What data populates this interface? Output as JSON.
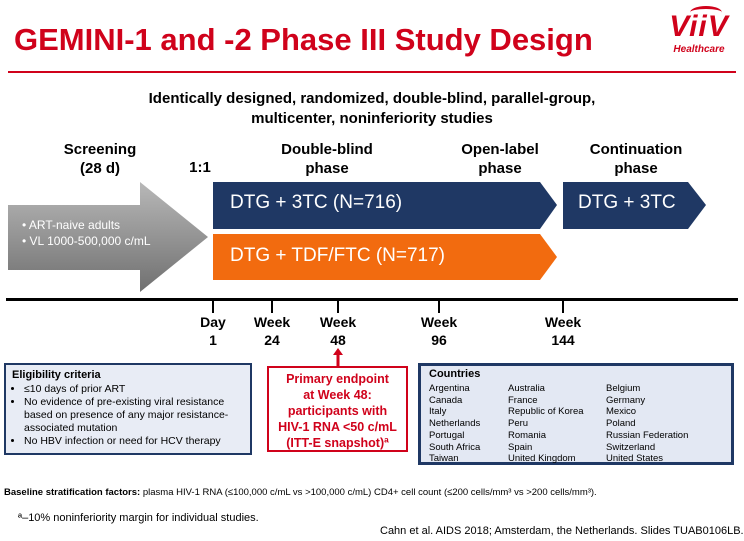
{
  "title": "GEMINI-1 and -2 Phase III Study Design",
  "logo": {
    "name": "ViiV",
    "sub": "Healthcare"
  },
  "subtitle": [
    "Identically designed, randomized, double-blind, parallel-group,",
    "multicenter, noninferiority studies"
  ],
  "phases": {
    "screening": [
      "Screening",
      "(28 d)"
    ],
    "ratio": "1:1",
    "double_blind": [
      "Double-blind",
      "phase"
    ],
    "open_label": [
      "Open-label",
      "phase"
    ],
    "continuation": [
      "Continuation",
      "phase"
    ]
  },
  "screening_arrow": {
    "items": [
      "ART-naive adults",
      "VL 1000-500,000 c/mL"
    ]
  },
  "arms": {
    "dtg_3tc": "DTG + 3TC (N=716)",
    "dtg_tdf": "DTG + TDF/FTC (N=717)",
    "continuation": "DTG + 3TC"
  },
  "timeline": [
    {
      "line1": "Day",
      "line2": "1"
    },
    {
      "line1": "Week",
      "line2": "24"
    },
    {
      "line1": "Week",
      "line2": "48"
    },
    {
      "line1": "Week",
      "line2": "96"
    },
    {
      "line1": "Week",
      "line2": "144"
    }
  ],
  "eligibility": {
    "heading": "Eligibility criteria",
    "items": [
      "≤10 days of prior ART",
      "No evidence of pre-existing viral resistance based on presence of any major resistance-associated mutation",
      "No HBV infection or need for HCV therapy"
    ]
  },
  "endpoint": [
    "Primary endpoint",
    "at Week 48:",
    "participants with",
    "HIV-1 RNA <50 c/mL",
    "(ITT-E snapshot)ª"
  ],
  "countries": {
    "heading": "Countries",
    "col1": [
      "Argentina",
      "Canada",
      "Italy",
      "Netherlands",
      "Portugal",
      "South Africa",
      "Taiwan"
    ],
    "col2": [
      "Australia",
      "France",
      "Republic of Korea",
      "Peru",
      "Romania",
      "Spain",
      "United Kingdom"
    ],
    "col3": [
      "Belgium",
      "Germany",
      "Mexico",
      "Poland",
      "Russian Federation",
      "Switzerland",
      "United States"
    ]
  },
  "footer": {
    "stratification_label": "Baseline stratification factors:",
    "stratification_text": " plasma HIV-1 RNA (≤100,000 c/mL vs >100,000 c/mL) CD4+ cell count (≤200 cells/mm³ vs >200 cells/mm³).",
    "note": "ª–10% noninferiority margin for individual studies.",
    "citation": "Cahn et al. AIDS 2018; Amsterdam, the Netherlands. Slides TUAB0106LB."
  },
  "colors": {
    "red": "#d0021b",
    "navy": "#1f3864",
    "orange": "#f26b0f",
    "grey": "#8c8c8c"
  }
}
